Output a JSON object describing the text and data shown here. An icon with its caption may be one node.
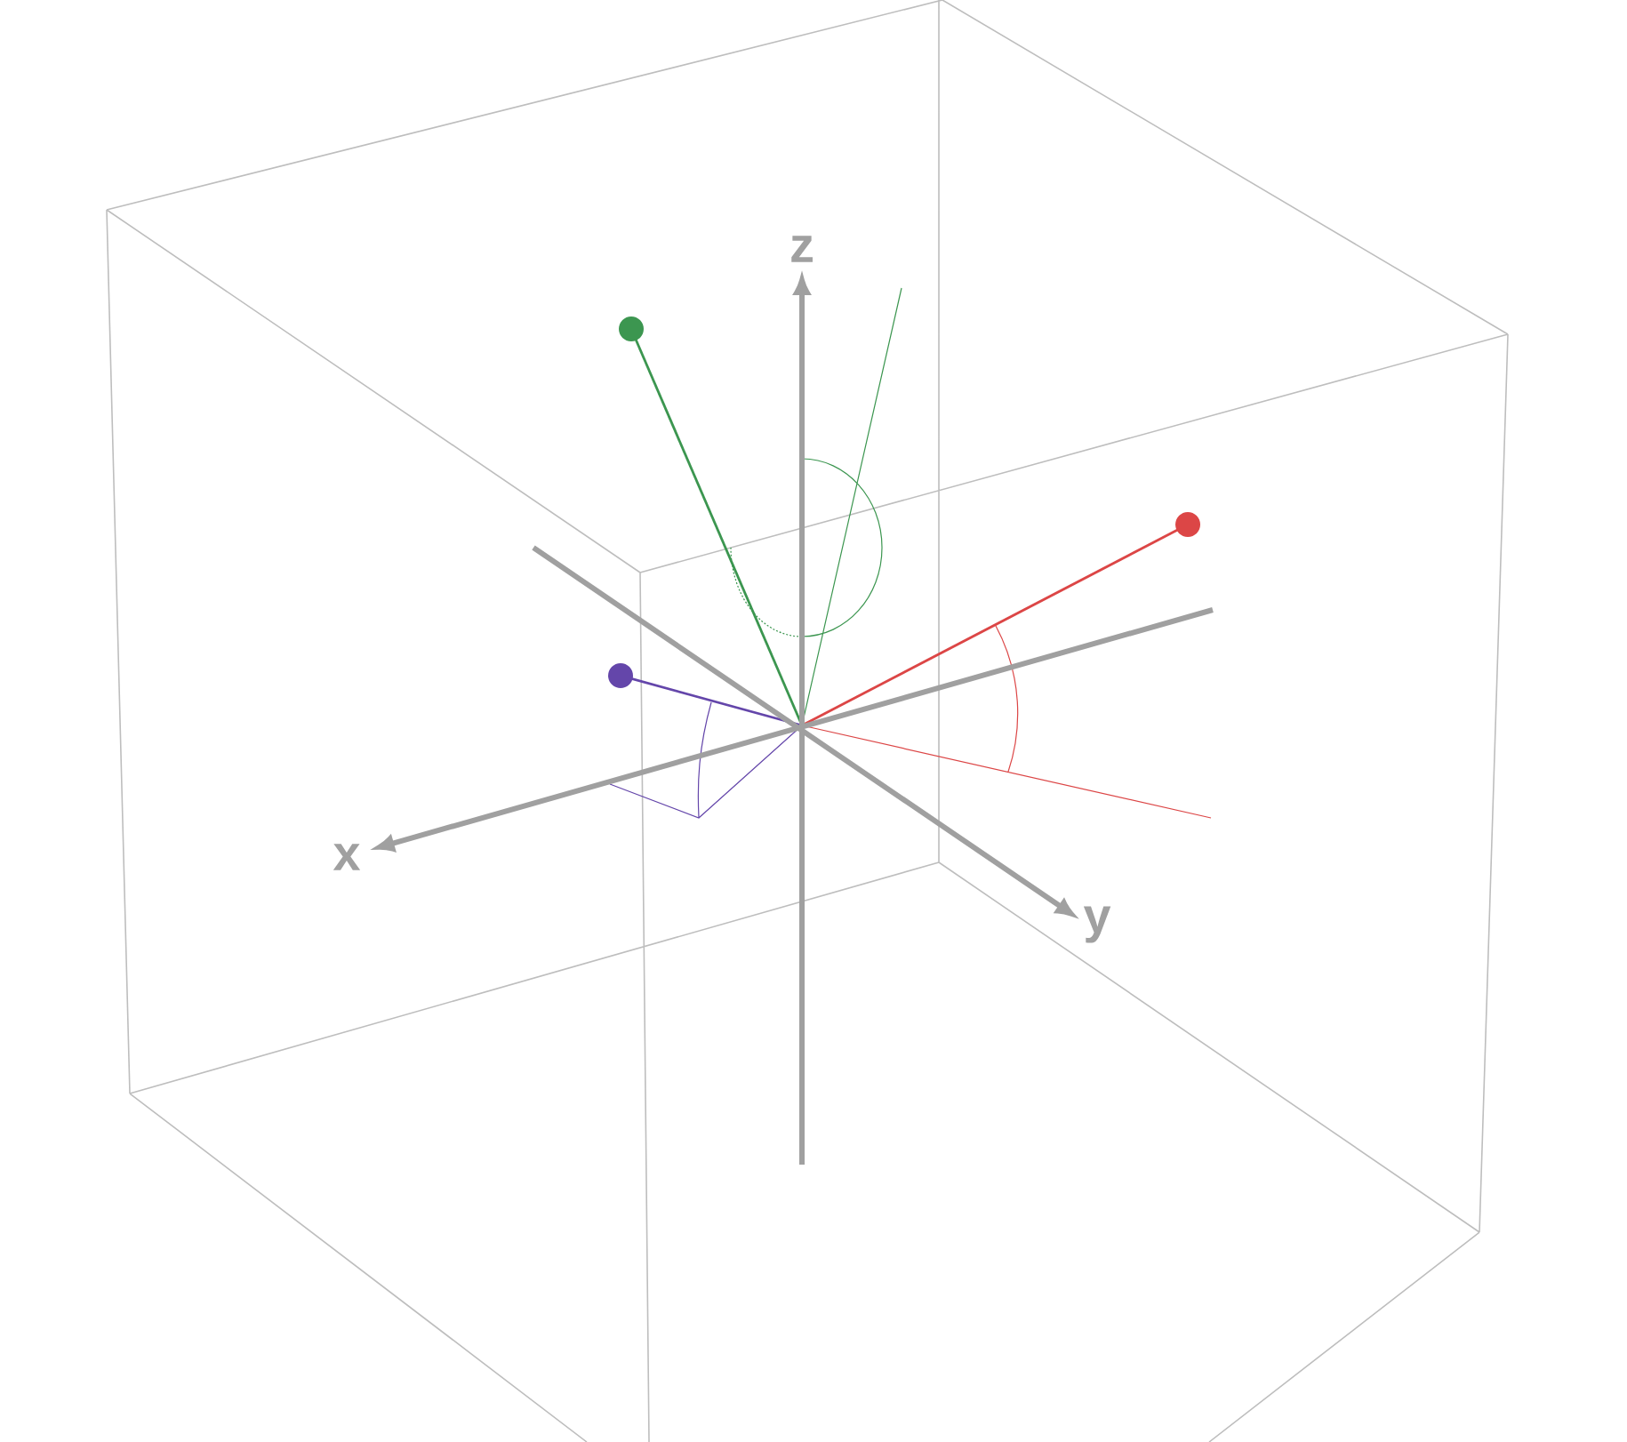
{
  "diagram": {
    "labels": [
      "z",
      "x",
      "y"
    ]
  }
}
